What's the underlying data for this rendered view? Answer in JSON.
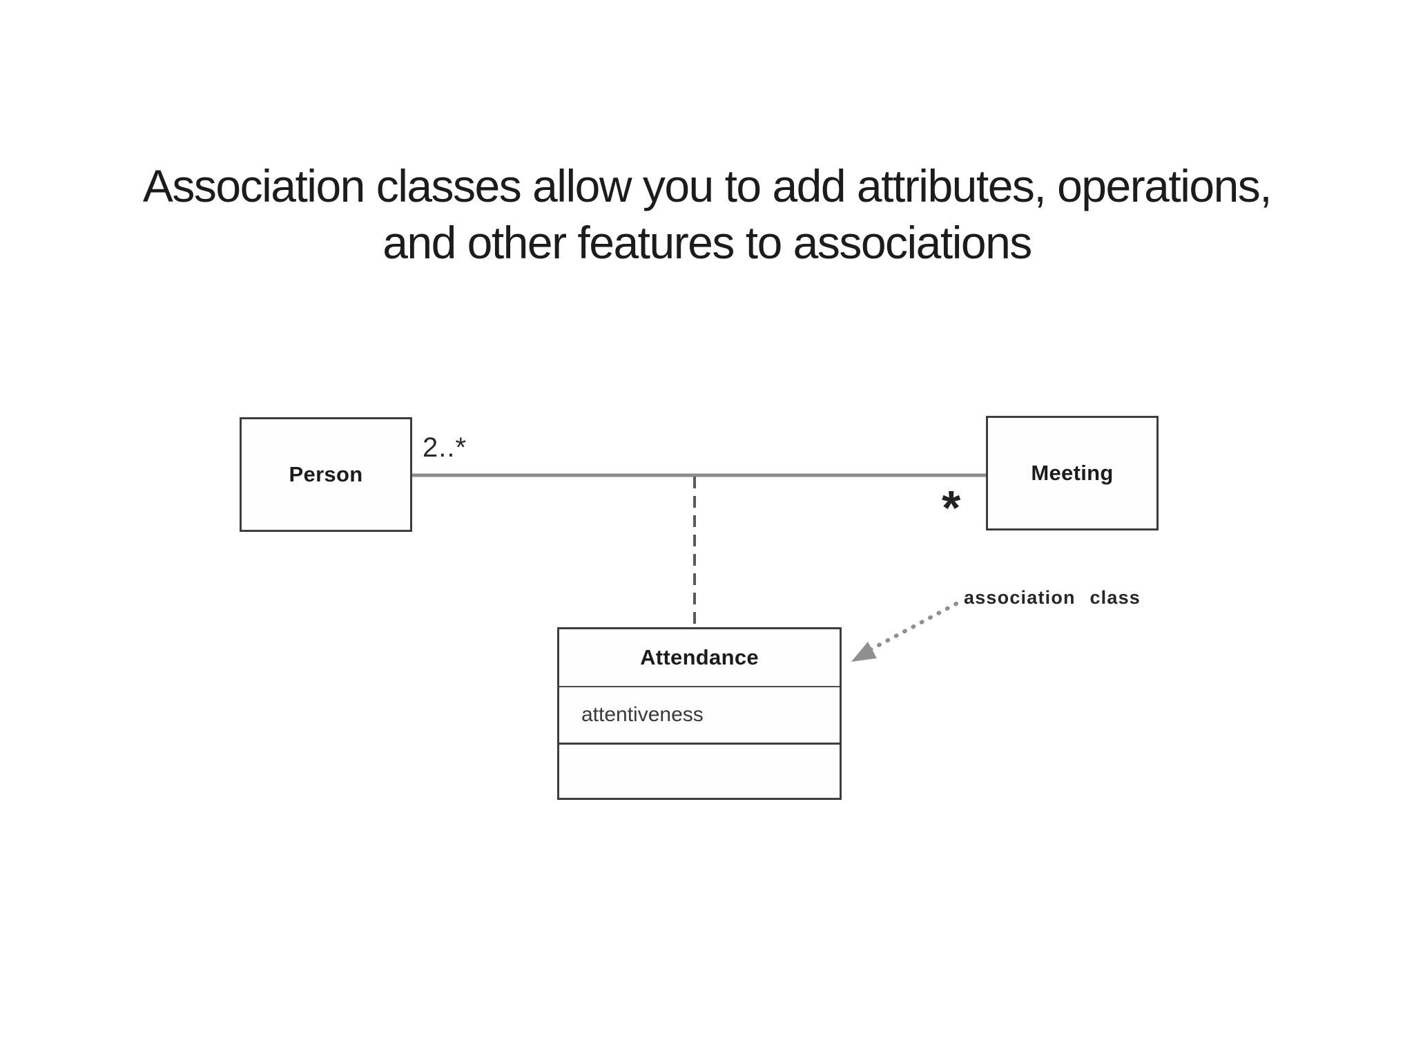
{
  "title": {
    "line1": "Association classes allow you to add attributes, operations,",
    "line2": "and other features to associations"
  },
  "diagram": {
    "person": {
      "name": "Person",
      "multiplicity": "2..*"
    },
    "meeting": {
      "name": "Meeting",
      "multiplicity": "*"
    },
    "association_class": {
      "name": "Attendance",
      "attributes": [
        "attentiveness"
      ],
      "operations": []
    },
    "annotation": {
      "label": "association class"
    }
  },
  "colors": {
    "background": "#ffffff",
    "text": "#1c1c1c",
    "box_border": "#3d3d3d",
    "association_line": "#8c8c8c",
    "dashed_connector": "#5a5a5a",
    "annotation_arrow": "#8f8f8f"
  }
}
